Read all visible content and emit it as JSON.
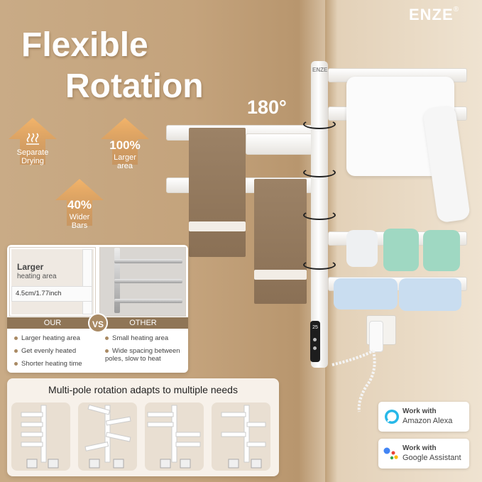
{
  "brand": {
    "name": "ENZE",
    "mark": "®"
  },
  "headline": {
    "line1": "Flexible",
    "line2": "Rotation"
  },
  "rotation_label": "180°",
  "pole_label": "ENZE",
  "badges": [
    {
      "big": "",
      "line1": "Separate",
      "line2": "Drying",
      "icon": "heat-waves-icon"
    },
    {
      "big": "100%",
      "line1": "Larger",
      "line2": "area",
      "icon": "arrow-up-icon"
    },
    {
      "big": "40%",
      "line1": "Wider",
      "line2": "Bars",
      "icon": "arrow-up-icon"
    }
  ],
  "compare": {
    "our_label": "OUR",
    "vs_label": "VS",
    "other_label": "OTHER",
    "inset_title_bold": "Larger",
    "inset_title_sub": "heating area",
    "dimension": "4.5cm/1.77inch",
    "our_points": [
      "Larger heating area",
      "Get evenly heated",
      "Shorter heating time"
    ],
    "other_points": [
      "Small heating area",
      "Wide spacing between poles, slow to heat"
    ]
  },
  "multi": {
    "title": "Multi-pole rotation adapts to multiple needs"
  },
  "smart": [
    {
      "line1": "Work with",
      "line2": "Amazon Alexa",
      "icon": "alexa-icon"
    },
    {
      "line1": "Work with",
      "line2": "Google Assistant",
      "icon": "google-assistant-icon"
    }
  ],
  "display_reading": "25",
  "colors": {
    "accent": "#a98a64",
    "badge": "#e9a15a",
    "header": "#8f7556"
  }
}
